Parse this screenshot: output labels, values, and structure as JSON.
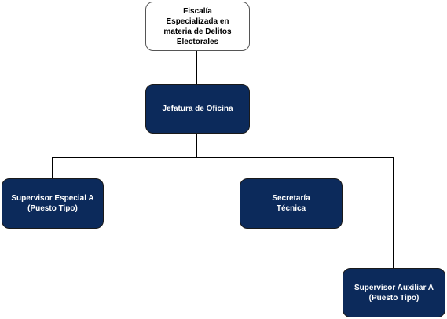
{
  "colors": {
    "node_fill": "#0c2a5b",
    "node_text": "#ffffff",
    "root_fill": "#ffffff",
    "root_text": "#000000",
    "connector": "#000000"
  },
  "nodes": {
    "fiscalia": "Fiscalía\nEspecializada en\nmateria de Delitos\nElectorales",
    "jefatura": "Jefatura de Oficina",
    "supervisor_especial": "Supervisor Especial A\n(Puesto Tipo)",
    "secretaria": "Secretaría\nTécnica",
    "supervisor_auxiliar": "Supervisor Auxiliar A\n(Puesto Tipo)"
  }
}
